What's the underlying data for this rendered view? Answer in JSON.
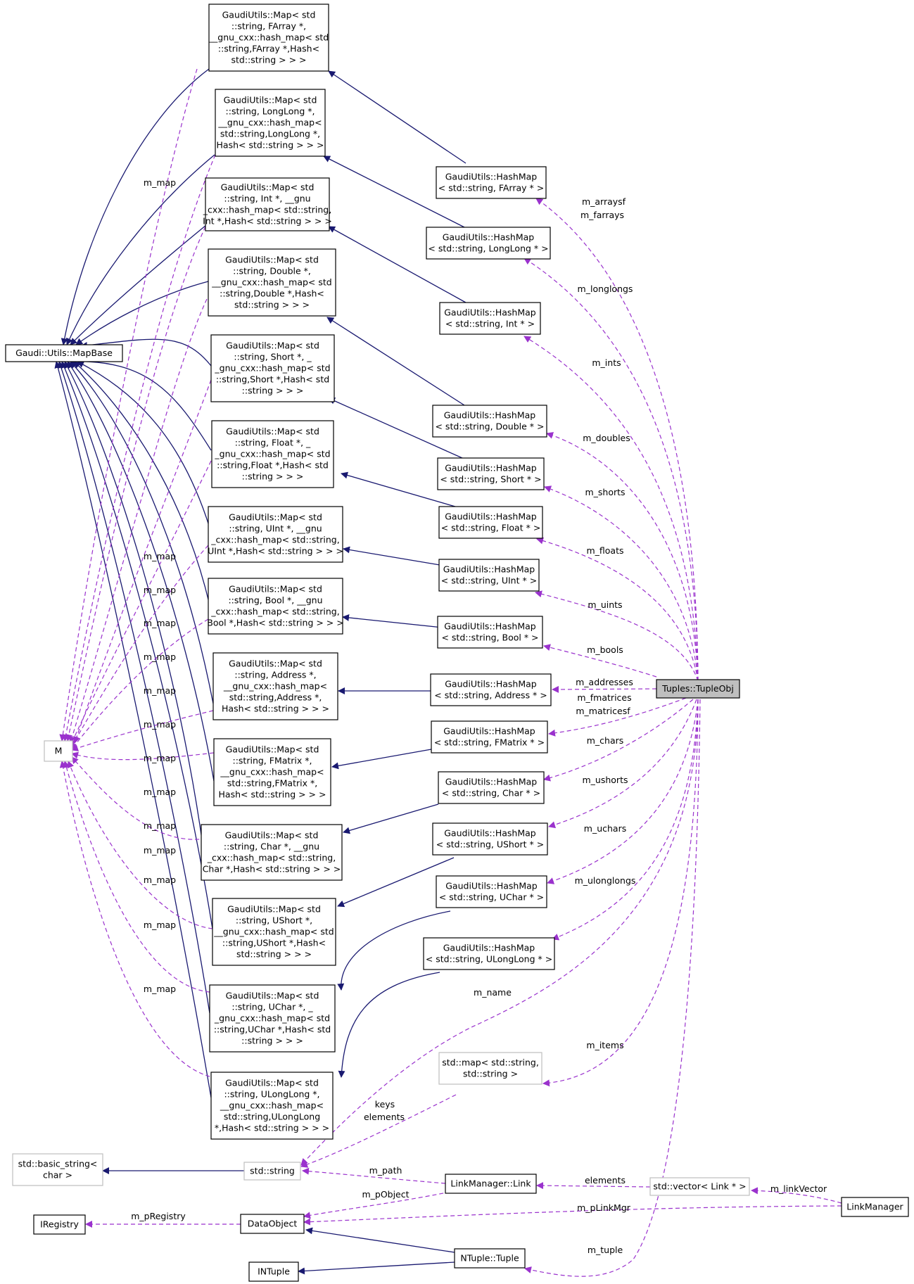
{
  "nodes": {
    "mapbase": {
      "lines": [
        "Gaudi::Utils::MapBase"
      ]
    },
    "M": {
      "lines": [
        "M"
      ]
    },
    "map_farray": {
      "lines": [
        "GaudiUtils::Map< std",
        "::string, FArray *,",
        "__gnu_cxx::hash_map< std",
        "::string,FArray *,Hash<",
        "std::string > > >"
      ]
    },
    "map_longlong": {
      "lines": [
        "GaudiUtils::Map< std",
        "::string, LongLong *,",
        "__gnu_cxx::hash_map<",
        "std::string,LongLong *,",
        "Hash< std::string > > >"
      ]
    },
    "map_int": {
      "lines": [
        "GaudiUtils::Map< std",
        "::string, Int *, __gnu",
        "_cxx::hash_map< std::string,",
        "Int *,Hash< std::string > > >"
      ]
    },
    "map_double": {
      "lines": [
        "GaudiUtils::Map< std",
        "::string, Double *,",
        "__gnu_cxx::hash_map< std",
        "::string,Double *,Hash<",
        "std::string > > >"
      ]
    },
    "map_short": {
      "lines": [
        "GaudiUtils::Map< std",
        "::string, Short *, _",
        "_gnu_cxx::hash_map< std",
        "::string,Short *,Hash< std",
        "::string > > >"
      ]
    },
    "map_float": {
      "lines": [
        "GaudiUtils::Map< std",
        "::string, Float *, _",
        "_gnu_cxx::hash_map< std",
        "::string,Float *,Hash< std",
        "::string > > >"
      ]
    },
    "map_uint": {
      "lines": [
        "GaudiUtils::Map< std",
        "::string, UInt *, __gnu",
        "_cxx::hash_map< std::string,",
        "UInt *,Hash< std::string > > >"
      ]
    },
    "map_bool": {
      "lines": [
        "GaudiUtils::Map< std",
        "::string, Bool *, __gnu",
        "_cxx::hash_map< std::string,",
        "Bool *,Hash< std::string > > >"
      ]
    },
    "map_address": {
      "lines": [
        "GaudiUtils::Map< std",
        "::string, Address *,",
        "__gnu_cxx::hash_map<",
        "std::string,Address *,",
        "Hash< std::string > > >"
      ]
    },
    "map_fmatrix": {
      "lines": [
        "GaudiUtils::Map< std",
        "::string, FMatrix *,",
        "__gnu_cxx::hash_map<",
        "std::string,FMatrix *,",
        "Hash< std::string > > >"
      ]
    },
    "map_char": {
      "lines": [
        "GaudiUtils::Map< std",
        "::string, Char *, __gnu",
        "_cxx::hash_map< std::string,",
        "Char *,Hash< std::string > > >"
      ]
    },
    "map_ushort": {
      "lines": [
        "GaudiUtils::Map< std",
        "::string, UShort *,",
        "__gnu_cxx::hash_map< std",
        "::string,UShort *,Hash<",
        "std::string > > >"
      ]
    },
    "map_uchar": {
      "lines": [
        "GaudiUtils::Map< std",
        "::string, UChar *, _",
        "_gnu_cxx::hash_map< std",
        "::string,UChar *,Hash< std",
        "::string > > >"
      ]
    },
    "map_ulonglong": {
      "lines": [
        "GaudiUtils::Map< std",
        "::string, ULongLong *,",
        "__gnu_cxx::hash_map<",
        "std::string,ULongLong",
        "*,Hash< std::string > > >"
      ]
    },
    "hm_farray": {
      "lines": [
        "GaudiUtils::HashMap",
        "< std::string, FArray * >"
      ]
    },
    "hm_longlong": {
      "lines": [
        "GaudiUtils::HashMap",
        "< std::string, LongLong * >"
      ]
    },
    "hm_int": {
      "lines": [
        "GaudiUtils::HashMap",
        "< std::string, Int * >"
      ]
    },
    "hm_double": {
      "lines": [
        "GaudiUtils::HashMap",
        "< std::string, Double * >"
      ]
    },
    "hm_short": {
      "lines": [
        "GaudiUtils::HashMap",
        "< std::string, Short * >"
      ]
    },
    "hm_float": {
      "lines": [
        "GaudiUtils::HashMap",
        "< std::string, Float * >"
      ]
    },
    "hm_uint": {
      "lines": [
        "GaudiUtils::HashMap",
        "< std::string, UInt * >"
      ]
    },
    "hm_bool": {
      "lines": [
        "GaudiUtils::HashMap",
        "< std::string, Bool * >"
      ]
    },
    "hm_address": {
      "lines": [
        "GaudiUtils::HashMap",
        "< std::string, Address * >"
      ]
    },
    "hm_fmatrix": {
      "lines": [
        "GaudiUtils::HashMap",
        "< std::string, FMatrix * >"
      ]
    },
    "hm_char": {
      "lines": [
        "GaudiUtils::HashMap",
        "< std::string, Char * >"
      ]
    },
    "hm_ushort": {
      "lines": [
        "GaudiUtils::HashMap",
        "< std::string, UShort * >"
      ]
    },
    "hm_uchar": {
      "lines": [
        "GaudiUtils::HashMap",
        "< std::string, UChar * >"
      ]
    },
    "hm_ulonglong": {
      "lines": [
        "GaudiUtils::HashMap",
        "< std::string, ULongLong * >"
      ]
    },
    "tupleobj": {
      "lines": [
        "Tuples::TupleObj"
      ]
    },
    "stdmap": {
      "lines": [
        "std::map< std::string,",
        "std::string >"
      ]
    },
    "basic_string": {
      "lines": [
        "std::basic_string<",
        "char >"
      ]
    },
    "stdstring": {
      "lines": [
        "std::string"
      ]
    },
    "link": {
      "lines": [
        "LinkManager::Link"
      ]
    },
    "vector": {
      "lines": [
        "std::vector< Link * >"
      ]
    },
    "linkmanager": {
      "lines": [
        "LinkManager"
      ]
    },
    "iregistry": {
      "lines": [
        "IRegistry"
      ]
    },
    "dataobject": {
      "lines": [
        "DataObject"
      ]
    },
    "ntuple": {
      "lines": [
        "NTuple::Tuple"
      ]
    },
    "intuple": {
      "lines": [
        "INTuple"
      ]
    }
  },
  "edge_labels": {
    "m_map": "m_map",
    "m_arraysf": "m_arraysf",
    "m_farrays": "m_farrays",
    "m_longlongs": "m_longlongs",
    "m_ints": "m_ints",
    "m_doubles": "m_doubles",
    "m_shorts": "m_shorts",
    "m_floats": "m_floats",
    "m_uints": "m_uints",
    "m_bools": "m_bools",
    "m_addresses": "m_addresses",
    "m_fmatrices": "m_fmatrices",
    "m_matricesf": "m_matricesf",
    "m_chars": "m_chars",
    "m_ushorts": "m_ushorts",
    "m_uchars": "m_uchars",
    "m_ulonglongs": "m_ulonglongs",
    "m_name": "m_name",
    "m_items": "m_items",
    "keys": "keys",
    "elements": "elements",
    "m_path": "m_path",
    "m_pObject": "m_pObject",
    "m_linkVector": "m_linkVector",
    "m_pRegistry": "m_pRegistry",
    "m_pLinkMgr": "m_pLinkMgr",
    "m_tuple": "m_tuple"
  },
  "colors": {
    "inheritance_edge": "#191970",
    "usage_edge": "#9a32cd",
    "focus_node_fill": "#bfbfbf",
    "external_node_border": "#bfbfbf"
  }
}
